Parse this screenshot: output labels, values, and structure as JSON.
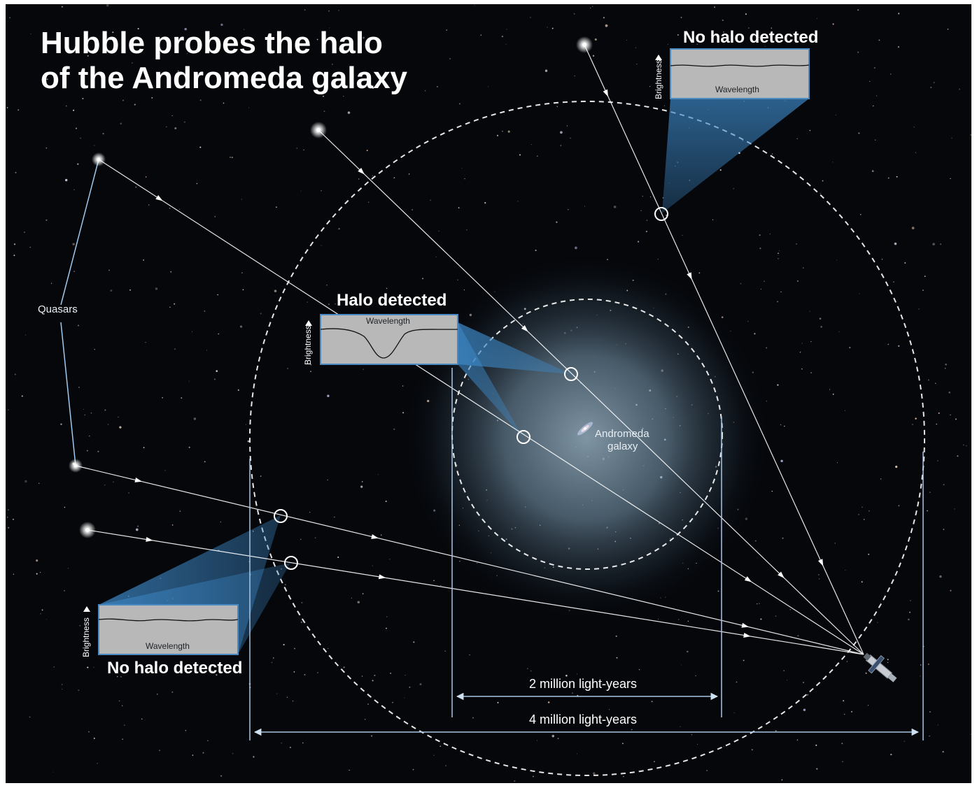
{
  "title": {
    "line1": "Hubble probes the halo",
    "line2": "of the Andromeda galaxy"
  },
  "labels": {
    "quasars": "Quasars",
    "andromeda_line1": "Andromeda",
    "andromeda_line2": "galaxy",
    "scale_inner": "2 million light-years",
    "scale_outer": "4 million light-years"
  },
  "panels": {
    "top_right": {
      "title": "No halo detected",
      "x_axis": "Wavelength",
      "y_axis": "Brightness",
      "absorption": false
    },
    "center": {
      "title": "Halo detected",
      "x_axis": "Wavelength",
      "y_axis": "Brightness",
      "absorption": true
    },
    "bottom_left": {
      "title": "No halo detected",
      "x_axis": "Wavelength",
      "y_axis": "Brightness",
      "absorption": false
    }
  },
  "colors": {
    "background": "#05070b",
    "halo": "#8fb0c8",
    "beam": "#3a7fb5",
    "panel_fill": "#b9b9b9",
    "panel_border": "#4b8ac0",
    "text": "#ffffff",
    "dashed_circle": "#ffffff",
    "dimension_line": "#a9c6e6"
  },
  "icons": {
    "quasar": "glowing-star-icon",
    "telescope": "hubble-telescope-icon",
    "sightline_marker": "open-circle-marker-icon"
  }
}
